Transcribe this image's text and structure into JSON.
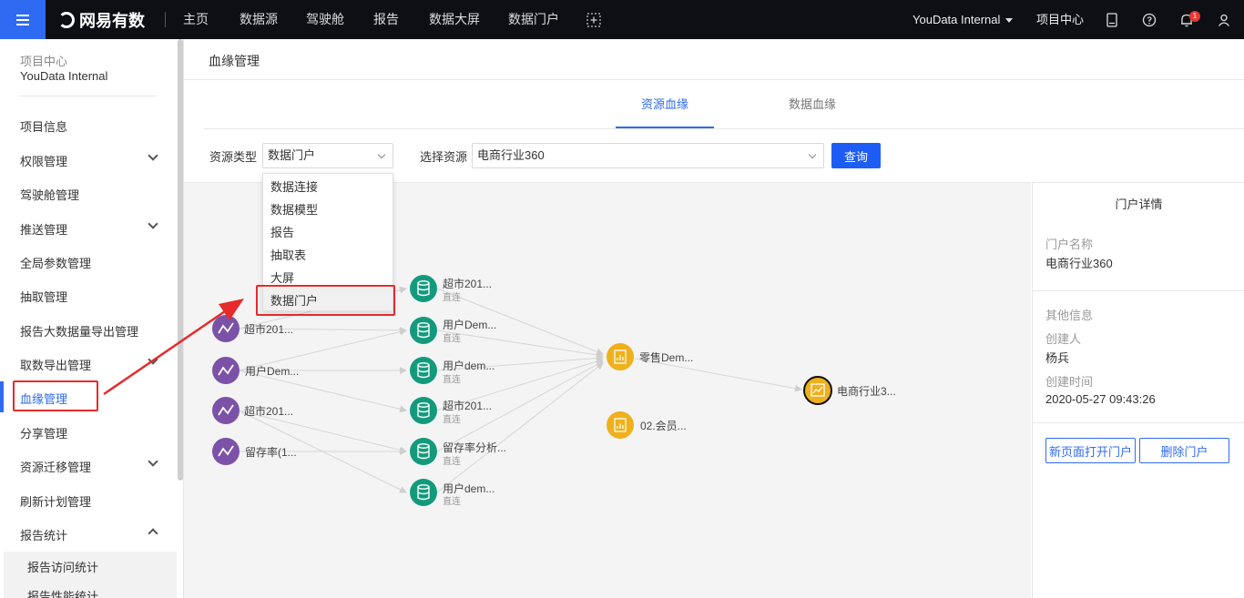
{
  "topbar": {
    "brand": "网易有数",
    "nav": [
      "主页",
      "数据源",
      "驾驶舱",
      "报告",
      "数据大屏",
      "数据门户"
    ],
    "org": "YouData Internal",
    "project_center": "项目中心",
    "notification_count": "1"
  },
  "sidebar": {
    "project_label": "项目中心",
    "project_name": "YouData Internal",
    "items": [
      "项目信息",
      "权限管理",
      "驾驶舱管理",
      "推送管理",
      "全局参数管理",
      "抽取管理",
      "报告大数据量导出管理",
      "取数导出管理",
      "血缘管理",
      "分享管理",
      "资源迁移管理",
      "刷新计划管理",
      "报告统计"
    ],
    "sub_items": [
      "报告访问统计",
      "报告性能统计"
    ]
  },
  "main": {
    "breadcrumb": "血缘管理",
    "tabs": [
      "资源血缘",
      "数据血缘"
    ],
    "filters": {
      "type_label": "资源类型",
      "type_value": "数据门户",
      "resource_label": "选择资源",
      "resource_value": "电商行业360",
      "query": "查询"
    },
    "dropdown_options": [
      "数据连接",
      "数据模型",
      "报告",
      "抽取表",
      "大屏",
      "数据门户"
    ]
  },
  "graph": {
    "sources": [
      "超市201...",
      "用户Dem...",
      "超市201...",
      "留存率(1..."
    ],
    "models": [
      {
        "label": "超市201...",
        "sub": "直连"
      },
      {
        "label": "用户Dem...",
        "sub": "直连"
      },
      {
        "label": "用户dem...",
        "sub": "直连"
      },
      {
        "label": "超市201...",
        "sub": "直连"
      },
      {
        "label": "留存率分析...",
        "sub": "直连"
      },
      {
        "label": "用户dem...",
        "sub": "直连"
      }
    ],
    "reports": [
      "零售Dem...",
      "02.会员..."
    ],
    "portal": "电商行业3...",
    "colors": {
      "source": "#7b52a8",
      "model": "#139a7c",
      "report": "#efb01c"
    }
  },
  "detail": {
    "title": "门户详情",
    "name_label": "门户名称",
    "name_value": "电商行业360",
    "other_label": "其他信息",
    "creator_label": "创建人",
    "creator_value": "杨兵",
    "time_label": "创建时间",
    "time_value": "2020-05-27 09:43:26",
    "open_btn": "新页面打开门户",
    "delete_btn": "删除门户"
  }
}
